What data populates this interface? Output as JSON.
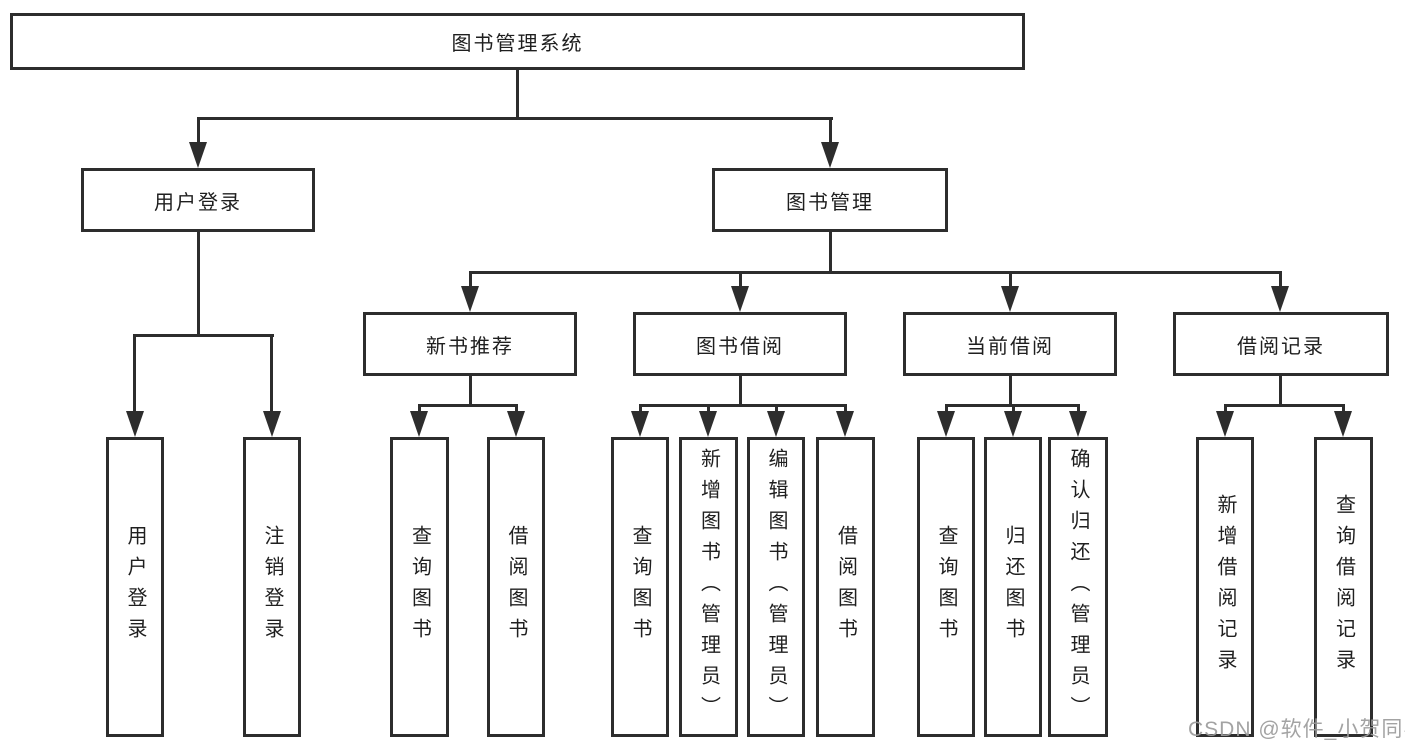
{
  "tree": {
    "root": {
      "label": "图书管理系统"
    },
    "level2": [
      {
        "id": "user_login",
        "label": "用户登录",
        "children": [
          "用户登录",
          "注销登录"
        ]
      },
      {
        "id": "book_management",
        "label": "图书管理",
        "sections": [
          {
            "id": "new_book_recommend",
            "label": "新书推荐",
            "children": [
              "查询图书",
              "借阅图书"
            ]
          },
          {
            "id": "book_borrow",
            "label": "图书借阅",
            "children": [
              "查询图书",
              "新增图书（管理员）",
              "编辑图书（管理员）",
              "借阅图书"
            ]
          },
          {
            "id": "current_borrow",
            "label": "当前借阅",
            "children": [
              "查询图书",
              "归还图书",
              "确认归还（管理员）"
            ]
          },
          {
            "id": "borrow_record",
            "label": "借阅记录",
            "children": [
              "新增借阅记录",
              "查询借阅记录"
            ]
          }
        ]
      }
    ]
  },
  "watermark": "CSDN @软件_小贺同学",
  "colors": {
    "line": "#2d2d2d",
    "text": "#1f1f1f",
    "background": "#ffffff",
    "watermark": "#9c9c9c"
  }
}
